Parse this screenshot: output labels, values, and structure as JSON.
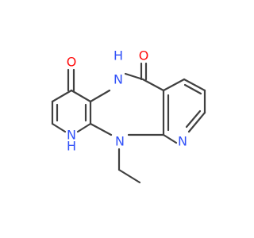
{
  "atoms": {
    "o_top_right": "O",
    "o_left": "O",
    "nh_top": "N",
    "h_top": "H",
    "nh_bottom": "N",
    "h_bottom": "H",
    "n_central": "N",
    "n_pyridine": "N"
  },
  "colors": {
    "bond": "#404040",
    "oxygen": "#ff0d0d",
    "nitrogen": "#3050f8"
  }
}
